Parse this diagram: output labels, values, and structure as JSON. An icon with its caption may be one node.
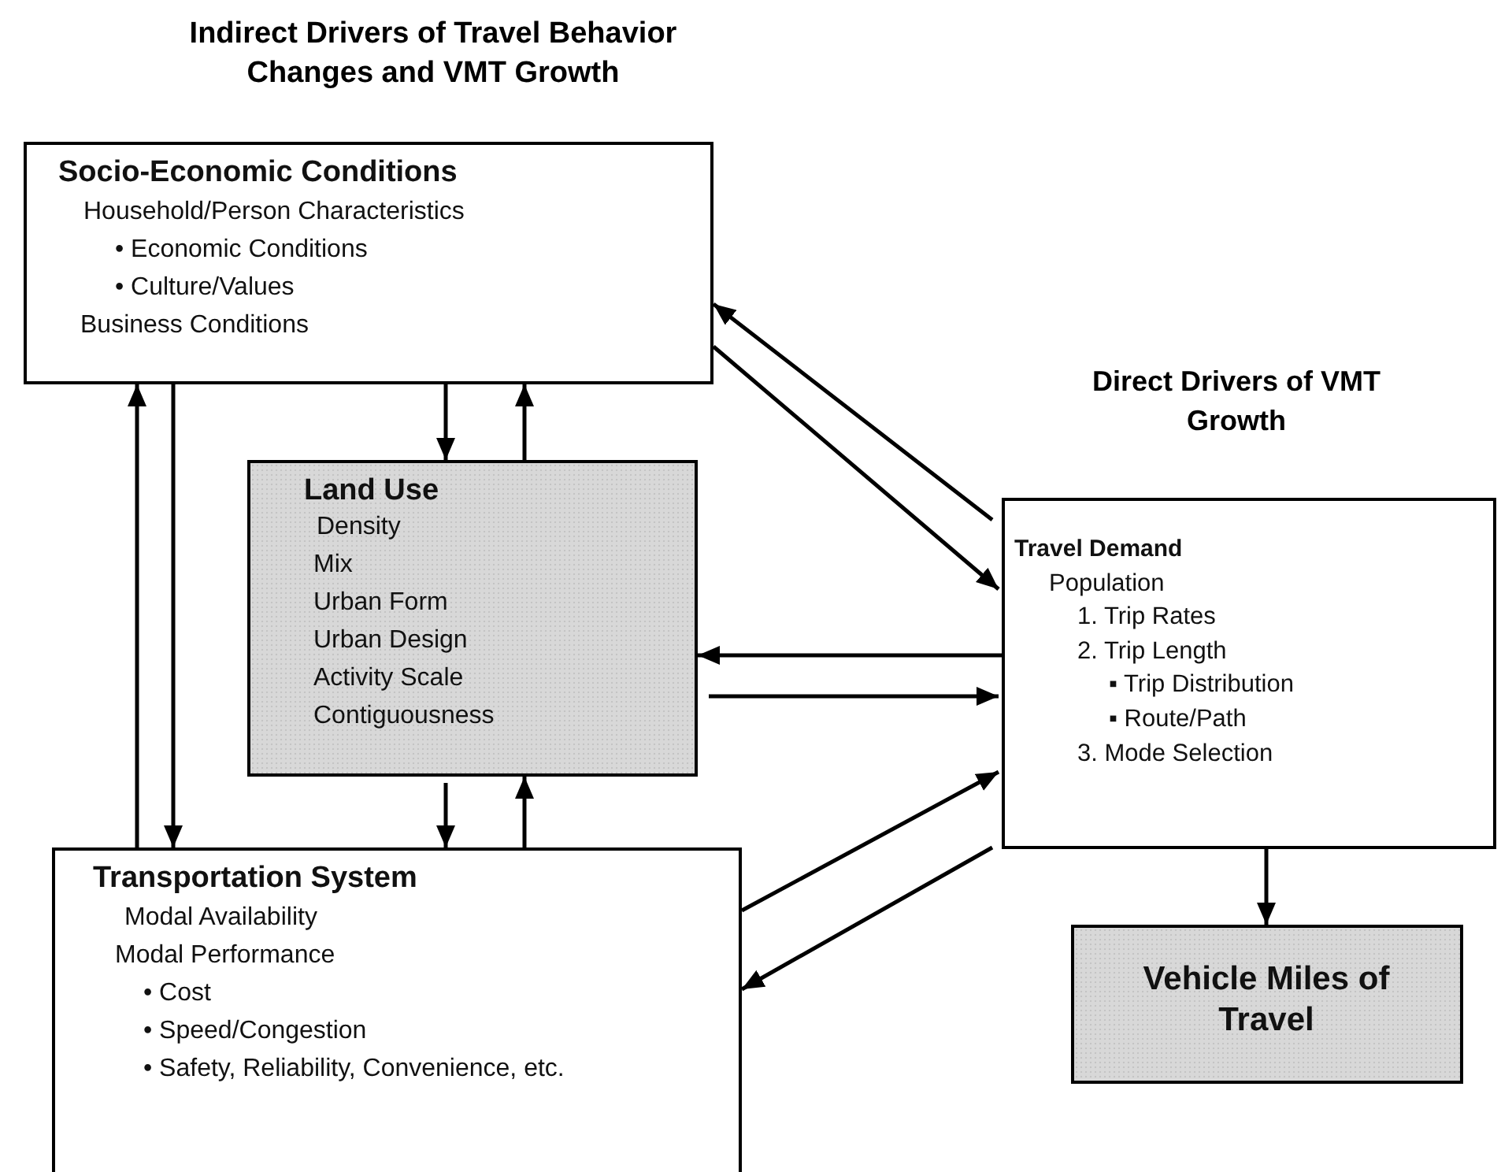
{
  "diagram": {
    "title": "Indirect Drivers of Travel Behavior Changes and VMT Growth",
    "nodes": [
      {
        "text": [
          "Socio-Economic Conditions",
          "Household/Person Characteristics",
          "• Economic Conditions",
          "• Culture/Values",
          "Business Conditions"
        ]
      },
      {
        "text": [
          "Land Use",
          "Density",
          "Mix",
          "Urban Form",
          "Urban Design",
          "Activity Scale",
          "Contiguousness"
        ]
      },
      {
        "text": [
          "Transportation System",
          "Modal Availability",
          "Modal Performance",
          "• Cost",
          "• Speed/Congestion",
          "• Safety, Reliability, Convenience, etc."
        ]
      },
      {
        "text": [
          "Travel Demand",
          "Population",
          "1. Trip Rates",
          "2. Trip Length",
          "▪ Trip Distribution",
          "▪ Route/Path",
          "3. Mode Selection"
        ]
      },
      {
        "text": [
          "Vehicle Miles of Travel"
        ]
      }
    ],
    "edges": [
      {
        "from": 0,
        "to": 1,
        "arrow": "to"
      },
      {
        "from": 1,
        "to": 0,
        "arrow": "to"
      },
      {
        "from": 2,
        "to": 0,
        "arrow": "to"
      },
      {
        "from": 0,
        "to": 2,
        "arrow": "to"
      },
      {
        "from": 3,
        "to": 0,
        "arrow": "to"
      },
      {
        "from": 0,
        "to": 3,
        "arrow": "to"
      },
      {
        "from": 3,
        "to": 1,
        "arrow": "to"
      },
      {
        "from": 1,
        "to": 3,
        "arrow": "to"
      },
      {
        "from": 1,
        "to": 2,
        "arrow": "to"
      },
      {
        "from": 2,
        "to": 1,
        "arrow": "to"
      },
      {
        "from": 2,
        "to": 3,
        "arrow": "to"
      },
      {
        "from": 3,
        "to": 2,
        "arrow": "to"
      },
      {
        "from": 3,
        "to": 4,
        "arrow": "to"
      }
    ],
    "labels": [
      "Direct Drivers of VMT Growth"
    ]
  }
}
